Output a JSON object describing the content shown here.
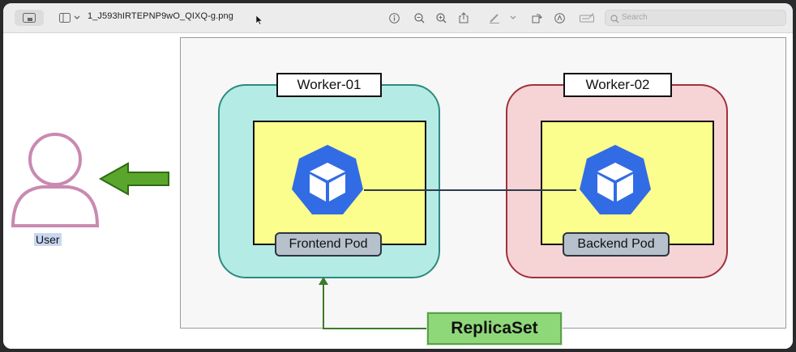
{
  "window": {
    "filename": "1_J593hIRTEPNP9wO_QIXQ-g.png",
    "search_placeholder": "Search"
  },
  "toolbar": {
    "icons": [
      "sidebar-toggle-icon",
      "chevron-down-icon",
      "info-icon",
      "zoom-out-icon",
      "zoom-in-icon",
      "share-icon",
      "markup-pen-icon",
      "chevron-down-icon",
      "rotate-icon",
      "annotate-icon",
      "sign-icon",
      "search-icon"
    ]
  },
  "diagram": {
    "workers": [
      {
        "title": "Worker-01",
        "pod": "Frontend Pod",
        "fill": "#b5ebe5",
        "border": "#2c8a80"
      },
      {
        "title": "Worker-02",
        "pod": "Backend Pod",
        "fill": "#f6d4d6",
        "border": "#a3313c"
      }
    ],
    "node_fill": "#fbfd8c",
    "pod_icon_color": "#326ce5",
    "replicaset_label": "ReplicaSet",
    "replicaset_fill": "#8fd87a",
    "user_label": "User",
    "user_color": "#c98ab0",
    "arrow_color": "#5aa62c"
  }
}
